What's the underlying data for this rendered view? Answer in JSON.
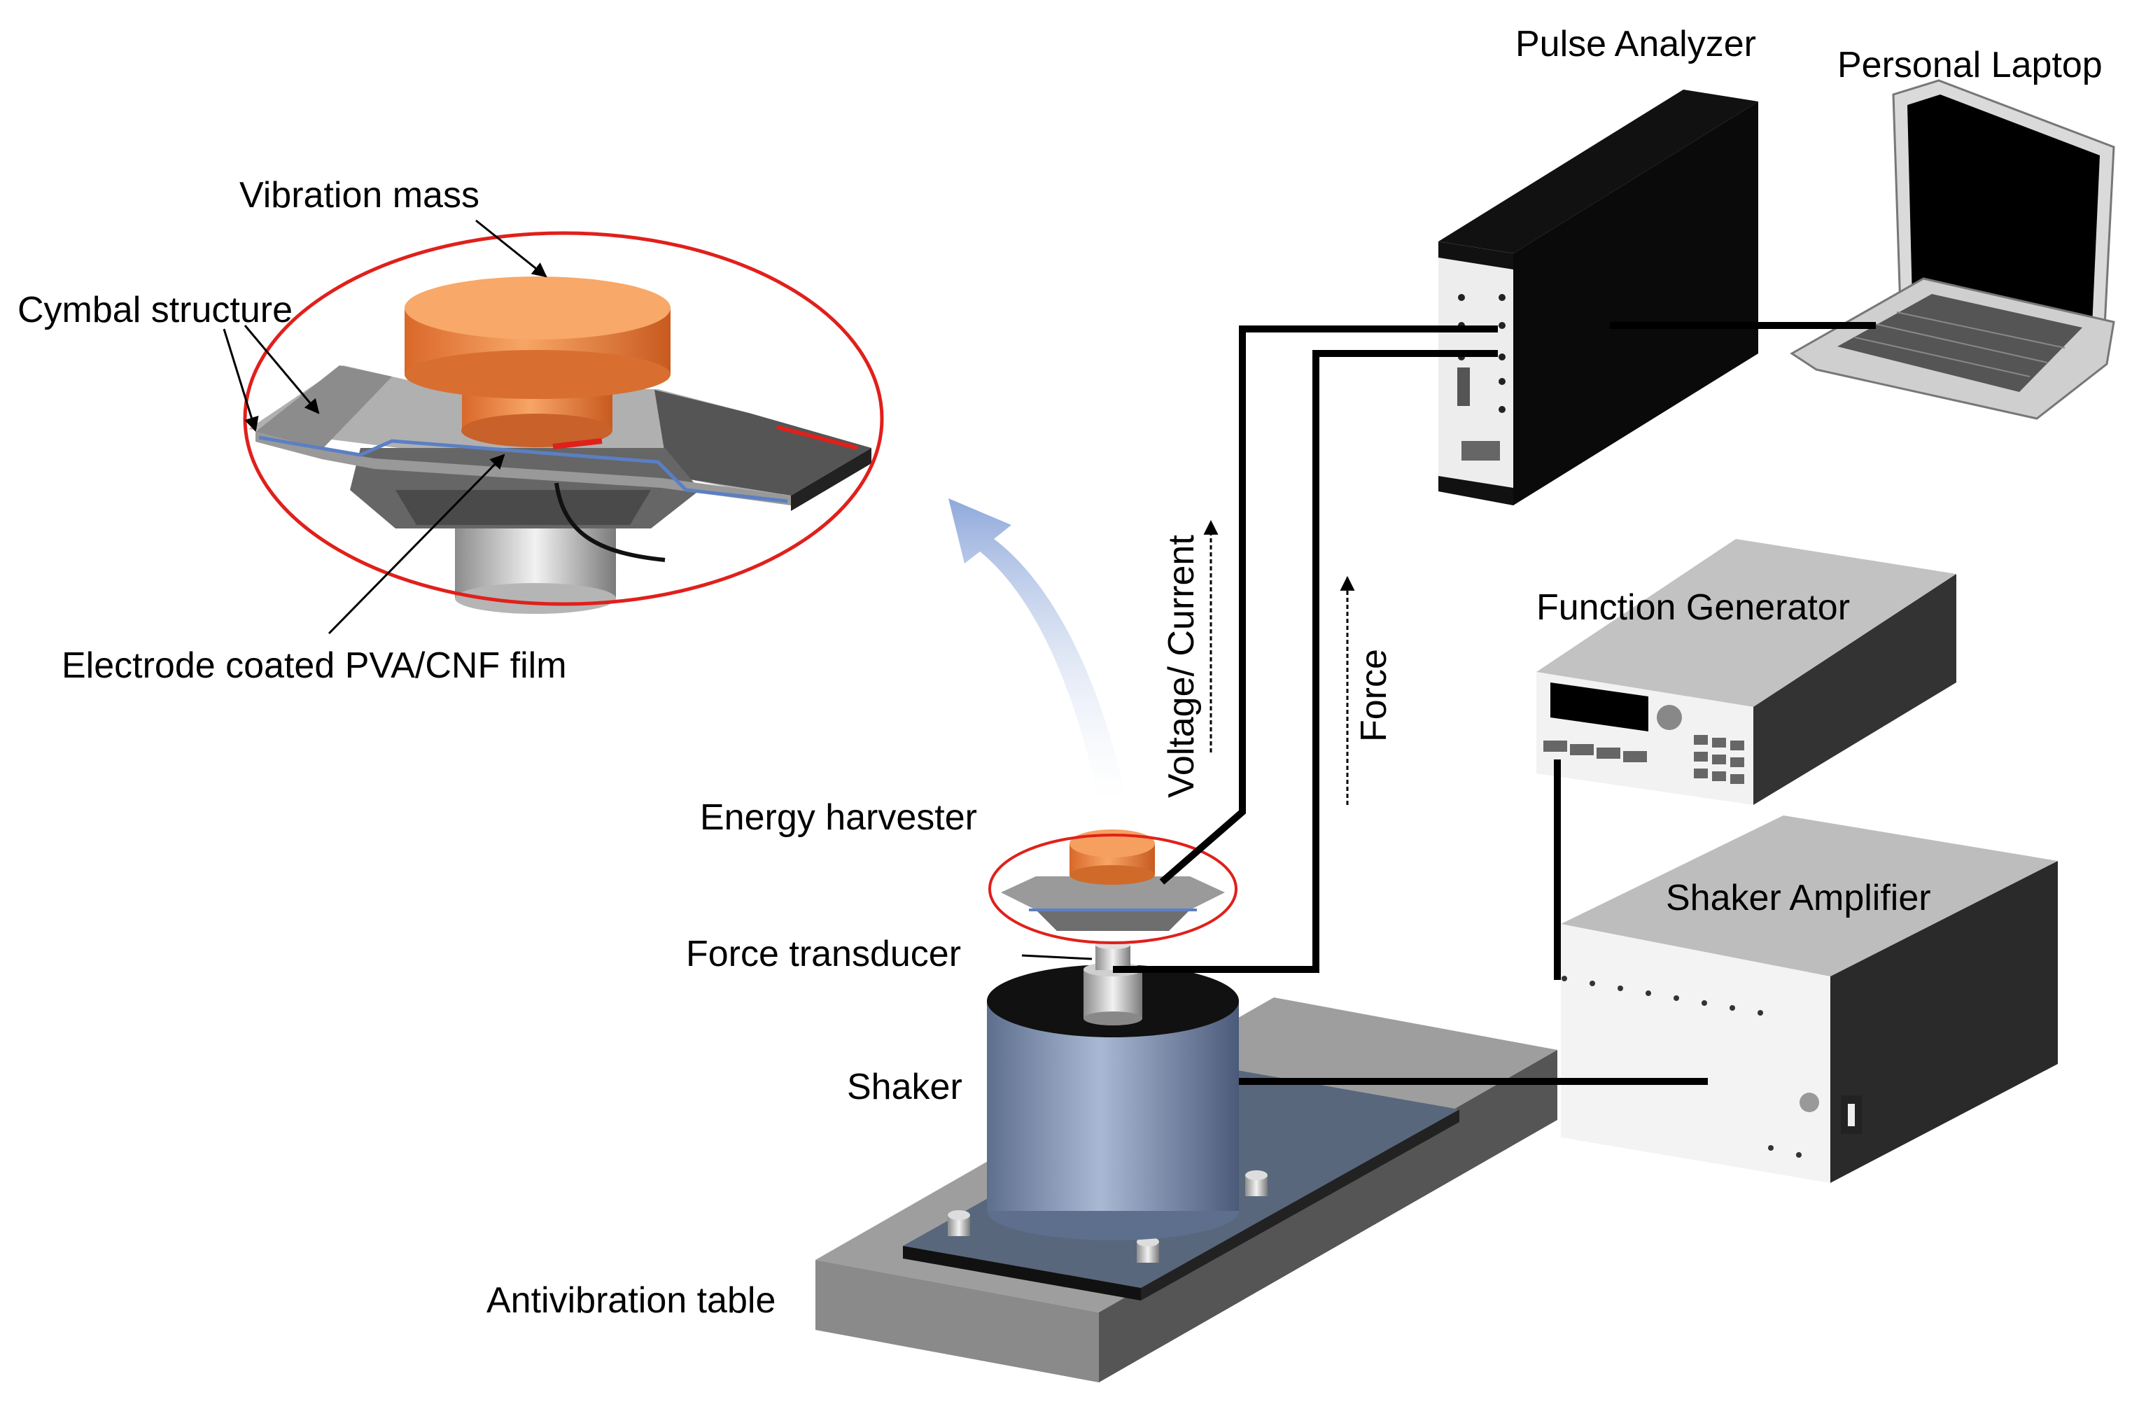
{
  "labels": {
    "pulse_analyzer": "Pulse Analyzer",
    "personal_laptop": "Personal Laptop",
    "vibration_mass": "Vibration mass",
    "cymbal_structure": "Cymbal structure",
    "electrode_film": "Electrode coated PVA/CNF film",
    "voltage_current": "Voltage/ Current",
    "force": "Force",
    "function_generator": "Function Generator",
    "shaker_amplifier": "Shaker Amplifier",
    "energy_harvester": "Energy harvester",
    "force_transducer": "Force transducer",
    "shaker": "Shaker",
    "antivibration_table": "Antivibration table"
  },
  "colors": {
    "mass_orange": "#F08A3C",
    "callout_red": "#E0201B",
    "shaker_blue": "#8497B5",
    "arrow_blue": "#A9BEE3",
    "film_blue": "#5B7FC4"
  }
}
